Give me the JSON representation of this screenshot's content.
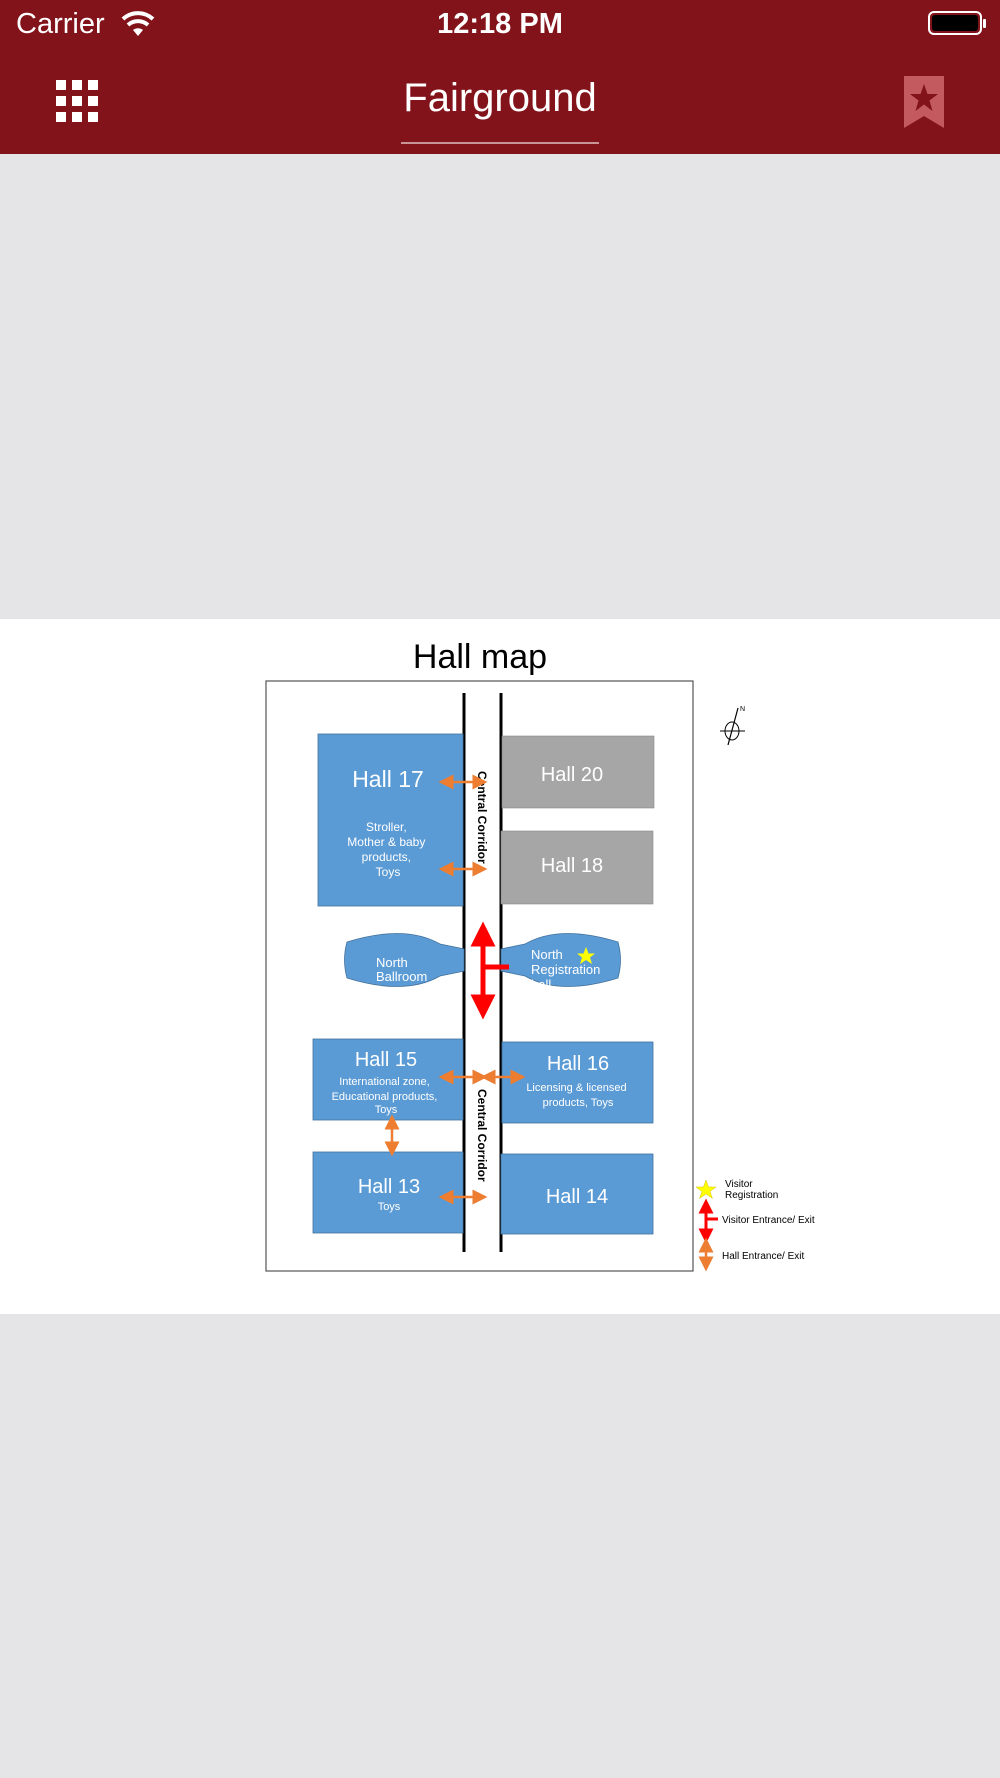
{
  "status_bar": {
    "carrier": "Carrier",
    "time": "12:18 PM"
  },
  "nav": {
    "title": "Fairground",
    "menu_icon": "grid-icon",
    "bookmark_icon": "bookmark-star-icon"
  },
  "map": {
    "title": "Hall map",
    "corridor_label": "Central Corridor",
    "halls": {
      "h17": {
        "name": "Hall 17",
        "desc": [
          "Stroller,",
          "Mother & baby",
          "products,",
          "Toys"
        ]
      },
      "h20": {
        "name": "Hall 20"
      },
      "h18": {
        "name": "Hall 18"
      },
      "h15": {
        "name": "Hall 15",
        "desc": [
          "International zone,",
          "Educational products,",
          "Toys"
        ]
      },
      "h16": {
        "name": "Hall 16",
        "desc": [
          "Licensing & licensed",
          "products, Toys"
        ]
      },
      "h13": {
        "name": "Hall 13",
        "desc": [
          "Toys"
        ]
      },
      "h14": {
        "name": "Hall 14"
      }
    },
    "north_ballroom": [
      "North",
      "Ballroom"
    ],
    "north_registration": [
      "North",
      "Registration",
      "hall"
    ],
    "compass_letter": "N",
    "legend": {
      "visitor_registration": [
        "Visitor",
        "Registration"
      ],
      "visitor_entrance": "Visitor Entrance/ Exit",
      "hall_entrance": "Hall Entrance/ Exit"
    },
    "colors": {
      "hall_blue": "#5b9bd5",
      "hall_gray": "#a6a6a6",
      "orange": "#ed7d31",
      "red": "#ff0000",
      "star": "#ffff00"
    }
  }
}
